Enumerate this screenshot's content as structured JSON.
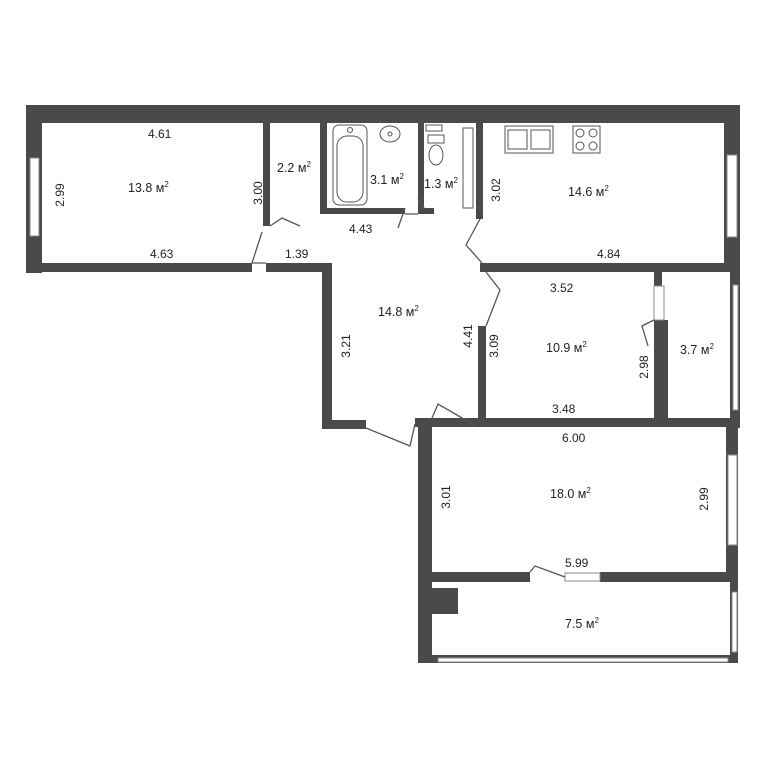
{
  "colors": {
    "wall": "#4a4a4a",
    "window": "#9a9a9a",
    "fixture": "#555555",
    "background": "#ffffff"
  },
  "rooms": [
    {
      "id": "room-left",
      "area": "13.8 м"
    },
    {
      "id": "room-toilet-hall",
      "area": "2.2 м"
    },
    {
      "id": "room-bath",
      "area": "3.1 м"
    },
    {
      "id": "room-wc",
      "area": "1.3 м"
    },
    {
      "id": "room-kitchen",
      "area": "14.6 м"
    },
    {
      "id": "room-hall",
      "area": "14.8 м"
    },
    {
      "id": "room-bedroom",
      "area": "10.9 м"
    },
    {
      "id": "room-closet",
      "area": "3.7 м"
    },
    {
      "id": "room-living",
      "area": "18.0 м"
    },
    {
      "id": "room-balcony",
      "area": "7.5 м"
    }
  ],
  "area_unit_superscript": "2",
  "dimensions": [
    {
      "id": "dim-left-top",
      "text": "4.61"
    },
    {
      "id": "dim-left-side",
      "text": "2.99"
    },
    {
      "id": "dim-left-bottom",
      "text": "4.63"
    },
    {
      "id": "dim-corr-side",
      "text": "3.00"
    },
    {
      "id": "dim-bath-bottom",
      "text": "4.43"
    },
    {
      "id": "dim-corr-bottom",
      "text": "1.39"
    },
    {
      "id": "dim-kitchen-side",
      "text": "3.02"
    },
    {
      "id": "dim-kitchen-bottom",
      "text": "4.84"
    },
    {
      "id": "dim-bed-top",
      "text": "3.52"
    },
    {
      "id": "dim-hall-right",
      "text": "4.41"
    },
    {
      "id": "dim-bed-left",
      "text": "3.09"
    },
    {
      "id": "dim-hall-left",
      "text": "3.21"
    },
    {
      "id": "dim-closet-side",
      "text": "2.98"
    },
    {
      "id": "dim-bed-bottom",
      "text": "3.48"
    },
    {
      "id": "dim-living-top",
      "text": "6.00"
    },
    {
      "id": "dim-living-left",
      "text": "3.01"
    },
    {
      "id": "dim-living-right",
      "text": "2.99"
    },
    {
      "id": "dim-living-bottom",
      "text": "5.99"
    }
  ]
}
